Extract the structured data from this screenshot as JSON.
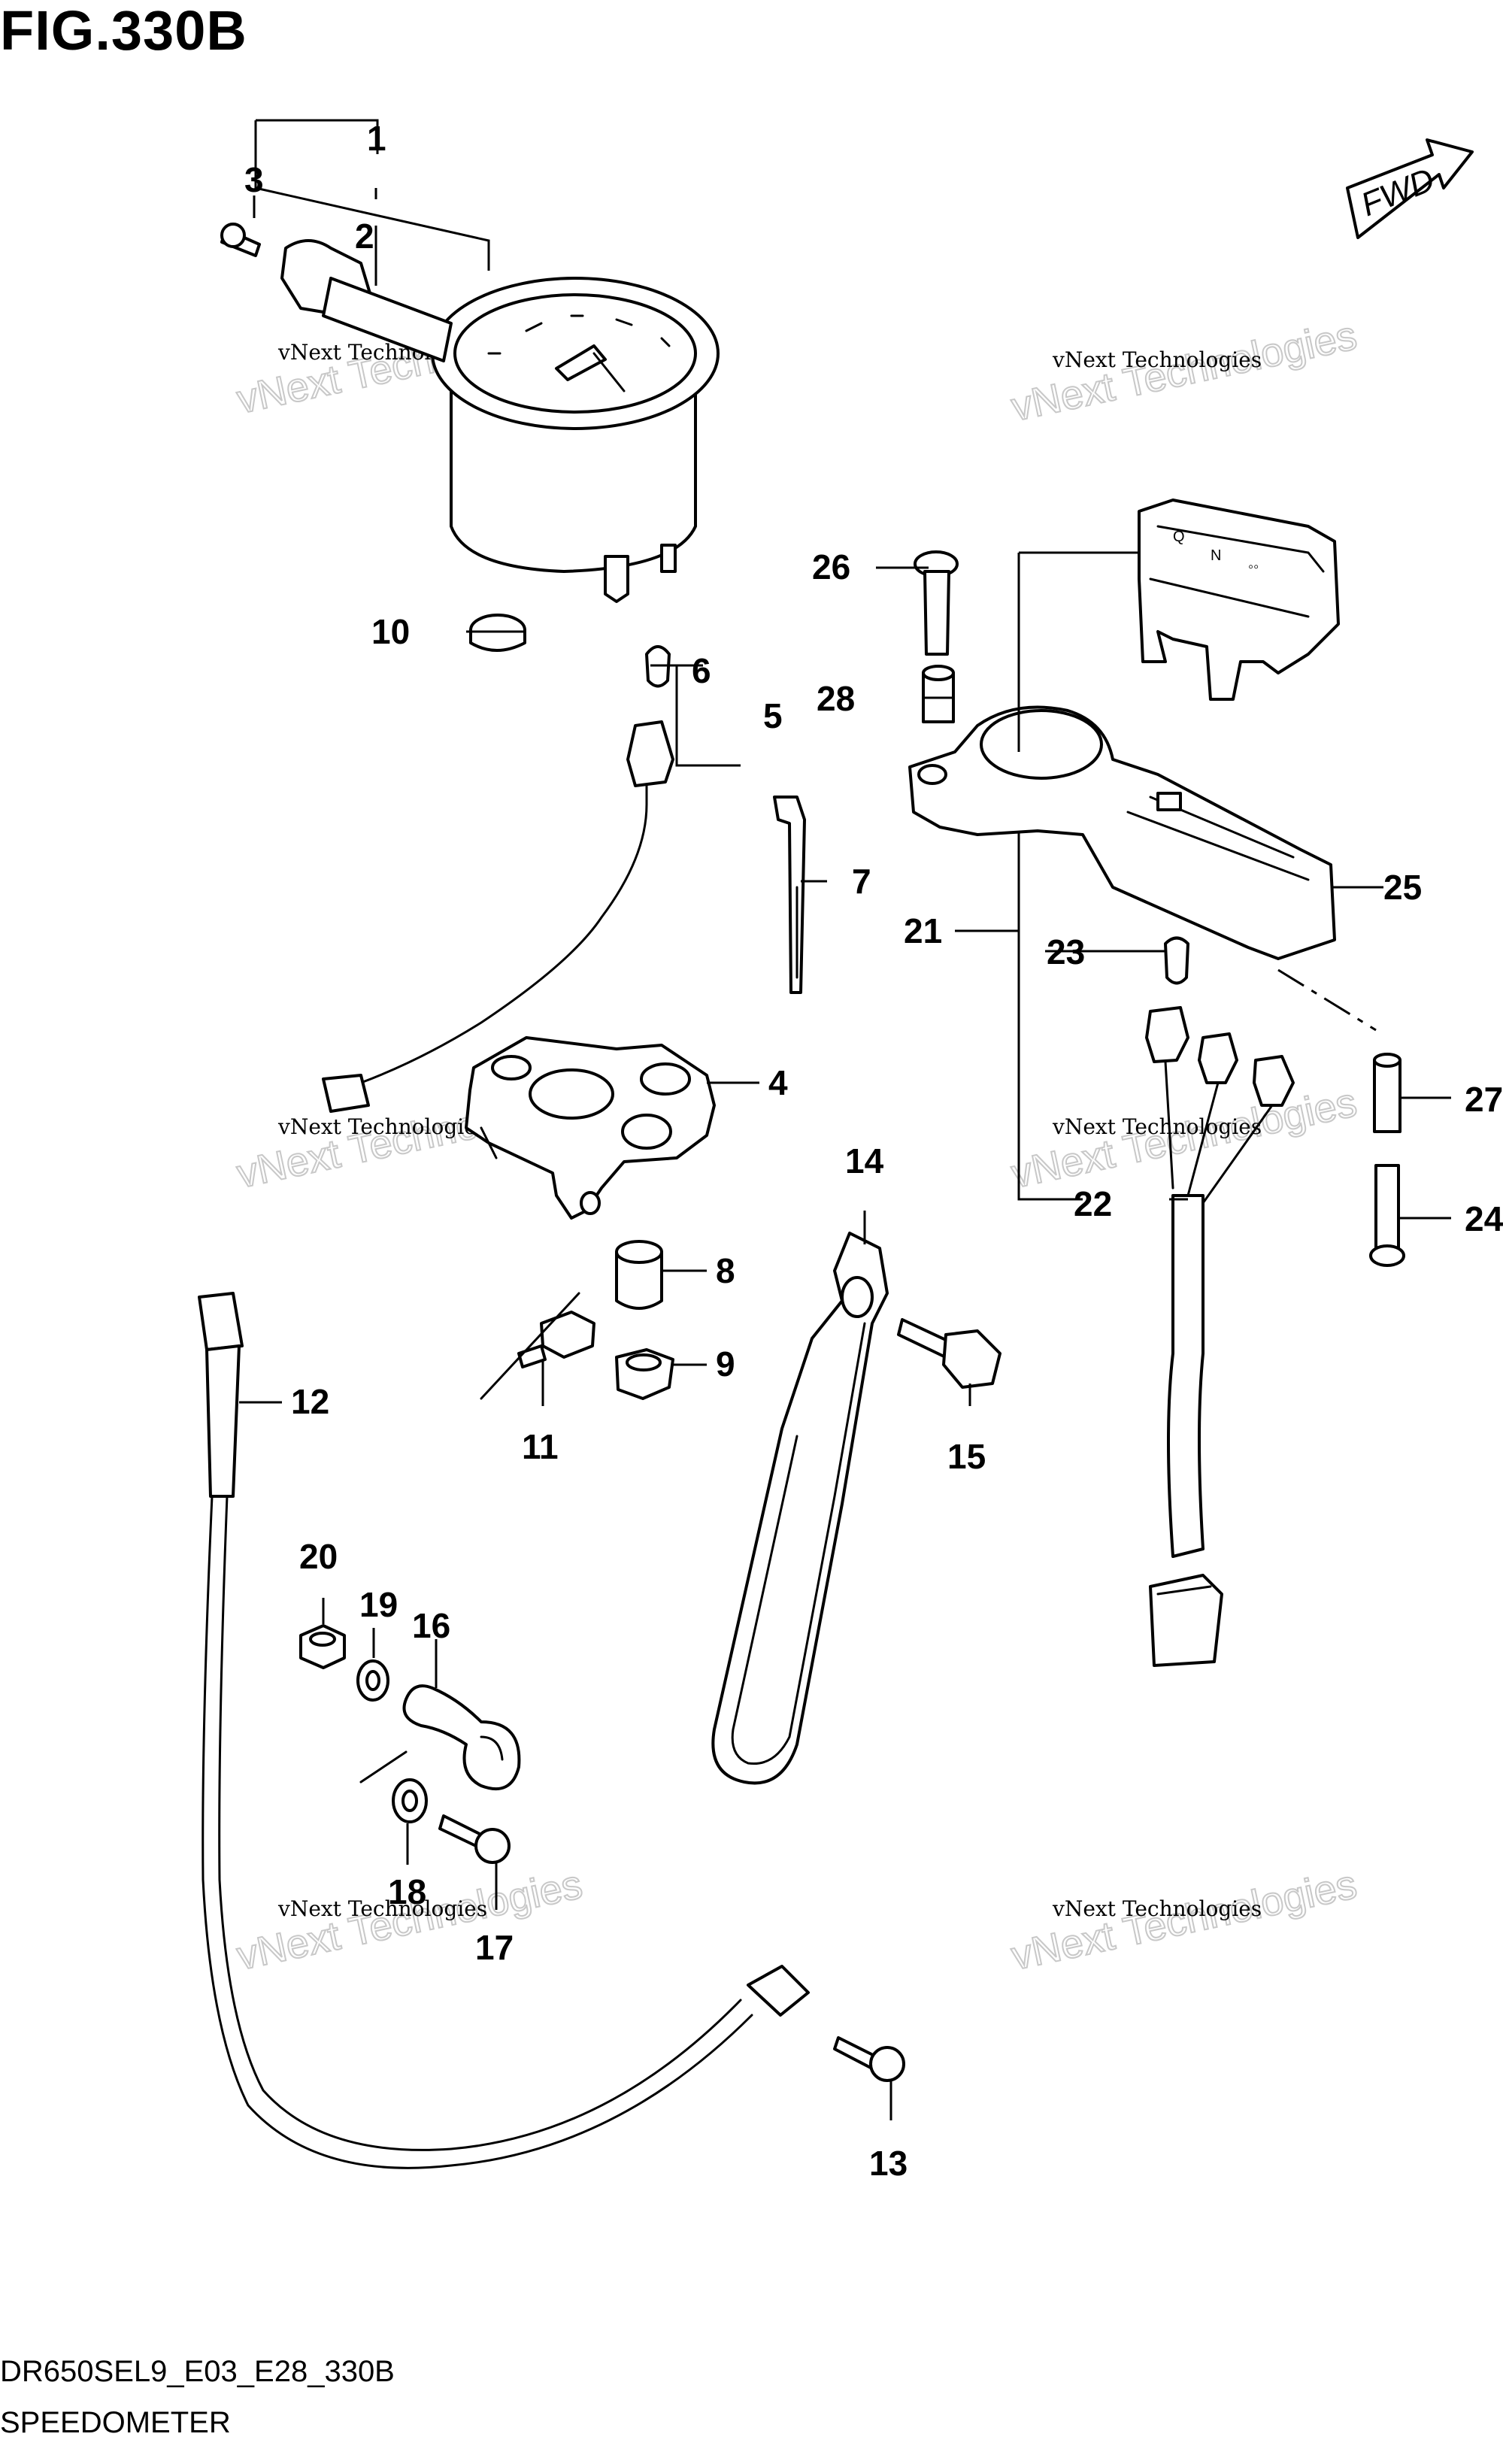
{
  "header": {
    "figure_title": "FIG.330B"
  },
  "badge": {
    "fwd_label": "FWD"
  },
  "footer": {
    "model_code": "DR650SEL9_E03_E28_330B",
    "section_name": "SPEEDOMETER"
  },
  "watermark": {
    "line1": "vNext Technologies",
    "line2": "vNext Technologies"
  },
  "callouts": {
    "c1": "1",
    "c2": "2",
    "c3": "3",
    "c4": "4",
    "c5": "5",
    "c6": "6",
    "c7": "7",
    "c8": "8",
    "c9": "9",
    "c10": "10",
    "c11": "11",
    "c12": "12",
    "c13": "13",
    "c14": "14",
    "c15": "15",
    "c16": "16",
    "c17": "17",
    "c18": "18",
    "c19": "19",
    "c20": "20",
    "c21": "21",
    "c22": "22",
    "c23": "23",
    "c24": "24",
    "c25": "25",
    "c26": "26",
    "c27": "27",
    "c28": "28"
  },
  "parts": [
    "speedometer-assembly",
    "meter-knob",
    "screw",
    "meter-bracket",
    "socket-assembly",
    "bulb",
    "clamp-tie",
    "cushion",
    "nut",
    "cap",
    "bolt",
    "speedometer-cable",
    "screw",
    "cable-guide",
    "bolt",
    "cable-clamp",
    "screw",
    "washer",
    "washer",
    "nut",
    "indicator-assembly",
    "wire-harness",
    "bulb",
    "screw",
    "indicator-case",
    "screw",
    "spacer",
    "spacer"
  ]
}
